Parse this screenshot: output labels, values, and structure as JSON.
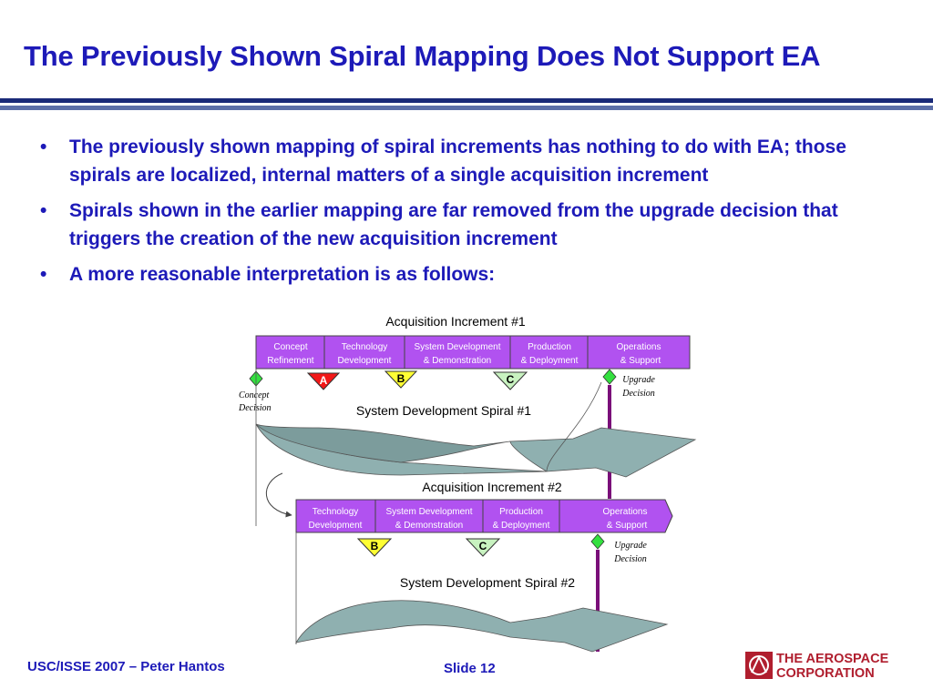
{
  "slide": {
    "title": "The Previously Shown Spiral Mapping Does Not Support EA",
    "bullets": [
      "The previously shown mapping of spiral increments has nothing to do with EA; those spirals are localized, internal matters of a single acquisition increment",
      "Spirals shown in the earlier mapping are far removed from the upgrade decision that triggers the creation of the new acquisition increment",
      "A more reasonable interpretation is as follows:"
    ],
    "bullet_symbol": "•"
  },
  "diagram": {
    "increment1": {
      "title": "Acquisition Increment #1",
      "phases": [
        [
          "Concept",
          "Refinement"
        ],
        [
          "Technology",
          "Development"
        ],
        [
          "System Development",
          "& Demonstration"
        ],
        [
          "Production",
          "& Deployment"
        ],
        [
          "Operations",
          "& Support"
        ]
      ],
      "milestones": [
        "A",
        "B",
        "C"
      ],
      "concept_decision": [
        "Concept",
        "Decision"
      ],
      "upgrade_decision": [
        "Upgrade",
        "Decision"
      ],
      "spiral_label": "System Development Spiral #1"
    },
    "increment2": {
      "title": "Acquisition Increment #2",
      "phases": [
        [
          "Technology",
          "Development"
        ],
        [
          "System Development",
          "& Demonstration"
        ],
        [
          "Production",
          "& Deployment"
        ],
        [
          "Operations",
          "& Support"
        ]
      ],
      "milestones": [
        "B",
        "C"
      ],
      "upgrade_decision": [
        "Upgrade",
        "Decision"
      ],
      "spiral_label": "System Development Spiral #2"
    },
    "colors": {
      "phase_fill": "#b152f0",
      "phase_text": "#ffffff",
      "milestone_A": "#f21818",
      "milestone_B": "#ffff33",
      "milestone_C": "#c8f2c0",
      "decision_diamond": "#33e03f",
      "upgrade_line": "#7a0f79",
      "spiral_fill": "#8fb0b0"
    }
  },
  "footer": {
    "left": "USC/ISSE 2007 – Peter Hantos",
    "slide_label": "Slide 12",
    "logo_line1": "THE AEROSPACE",
    "logo_line2": "CORPORATION"
  }
}
